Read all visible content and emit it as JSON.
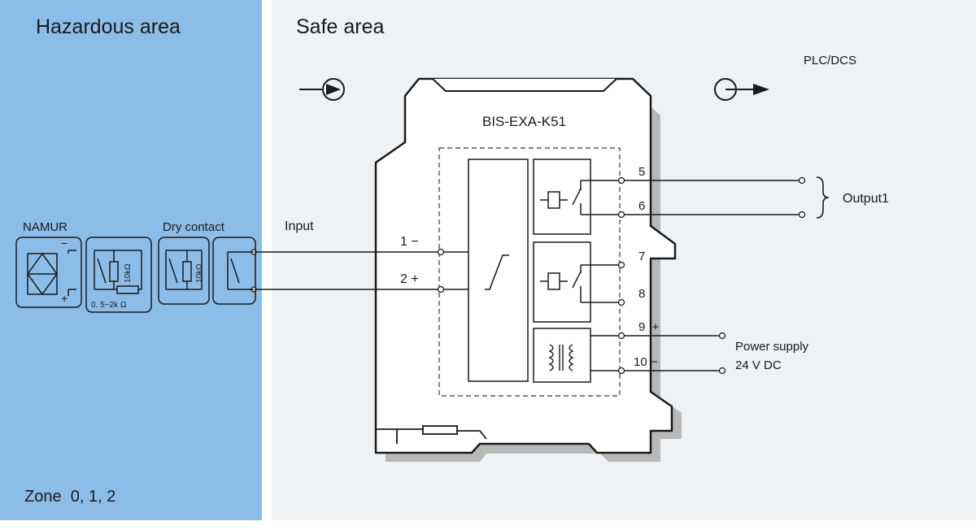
{
  "zones": {
    "hazardous_title": "Hazardous area",
    "safe_title": "Safe area",
    "zone_label": "Zone  0, 1, 2"
  },
  "module": {
    "model": "BIS-EXA-K51"
  },
  "labels": {
    "plc": "PLC/DCS",
    "input": "Input",
    "namur": "NAMUR",
    "dry_contact": "Dry contact",
    "output1": "Output1",
    "power_supply_1": "Power supply",
    "power_supply_2": "24 V DC",
    "res_10k_a": "10kΩ",
    "res_10k_b": "10kΩ",
    "res_range": "0. 5~2k Ω",
    "namur_minus": "−",
    "namur_plus": "+"
  },
  "terminals": {
    "t1": "1 −",
    "t2": "2 +",
    "t5": "5",
    "t6": "6",
    "t7": "7",
    "t8": "8",
    "t9": "9  +",
    "t10": "10 −"
  },
  "colors": {
    "hazardous_bg": "#8cbde8",
    "safe_bg": "#eef2f4",
    "line": "#1a1a1a",
    "shadow": "#b8b8b8"
  }
}
